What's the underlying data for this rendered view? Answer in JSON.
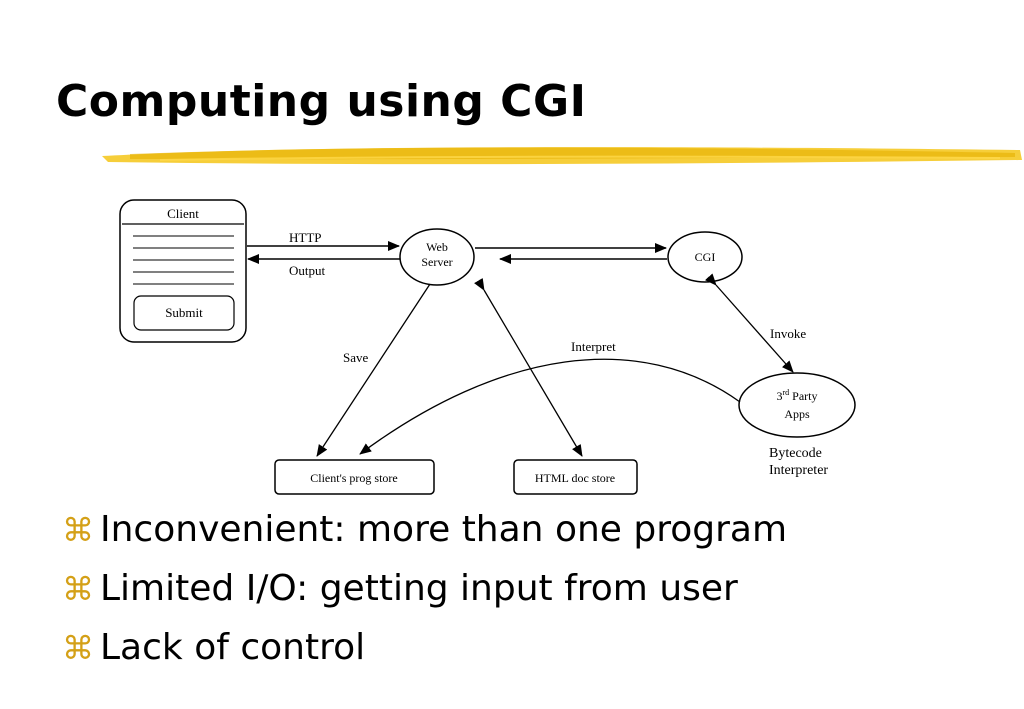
{
  "slide": {
    "title": "Computing using CGI"
  },
  "diagram": {
    "client_box": {
      "title": "Client",
      "button_label": "Submit"
    },
    "nodes": {
      "web_server_line1": "Web",
      "web_server_line2": "Server",
      "cgi": "CGI",
      "third_party_prefix": "3",
      "third_party_sup": "rd",
      "third_party_suffix": " Party",
      "third_party_line2": "Apps",
      "clients_prog_store": "Client's prog store",
      "html_doc_store": "HTML doc store"
    },
    "edge_labels": {
      "http": "HTTP",
      "output": "Output",
      "save": "Save",
      "interpret": "Interpret",
      "invoke": "Invoke"
    },
    "annotation": {
      "line1": "Bytecode",
      "line2": "Interpreter"
    }
  },
  "bullets": [
    {
      "glyph": "⌘",
      "text": "Inconvenient: more than one program"
    },
    {
      "glyph": "⌘",
      "text": "Limited I/O: getting input from user"
    },
    {
      "glyph": "⌘",
      "text": "Lack of control"
    }
  ],
  "colors": {
    "accent_stroke": "#f5c518",
    "bullet_glyph": "#d4a017"
  }
}
